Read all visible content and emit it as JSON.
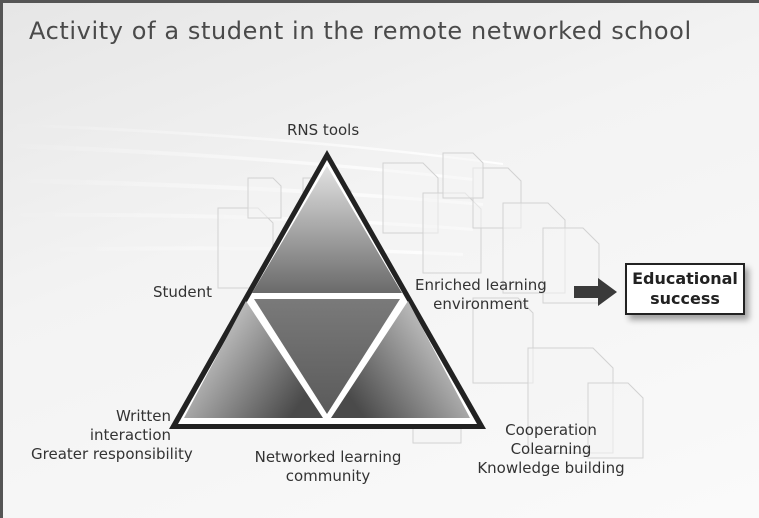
{
  "title": "Activity of a student in the remote networked school",
  "diagram": {
    "top_label": "RNS tools",
    "left_label": "Student",
    "right_label_line1": "Enriched learning",
    "right_label_line2": "environment",
    "bottom_left_line1": "Written",
    "bottom_left_line2": "interaction",
    "bottom_left_line3": "Greater responsibility",
    "bottom_center_line1": "Networked learning",
    "bottom_center_line2": "community",
    "bottom_right_line1": "Cooperation",
    "bottom_right_line2": "Colearning",
    "bottom_right_line3": "Knowledge building",
    "result_label": "Educational\nsuccess"
  }
}
